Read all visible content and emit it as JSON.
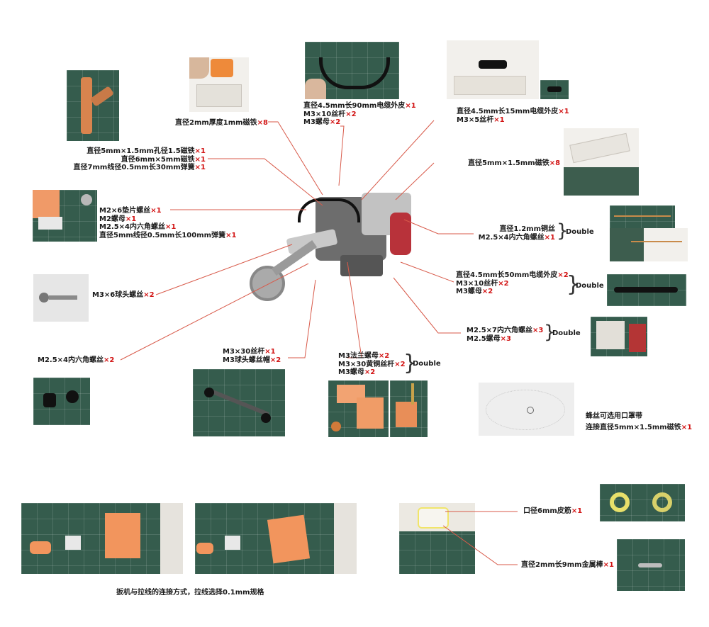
{
  "colors": {
    "accent": "#d21414",
    "callout_line": "#d85a4a",
    "mat": "#355c4d"
  },
  "labels": {
    "magnet_2x1": {
      "text": "直径2mm厚度1mm磁铁",
      "qty": "×8"
    },
    "cable_90": {
      "lines": [
        {
          "text": "直径4.5mm长90mm电缆外皮",
          "qty": "×1"
        },
        {
          "text": "M3×10丝杆",
          "qty": "×2"
        },
        {
          "text": "M3螺母",
          "qty": "×2"
        }
      ]
    },
    "cable_15": {
      "lines": [
        {
          "text": "直径4.5mm长15mm电缆外皮",
          "qty": "×1"
        },
        {
          "text": "M3×5丝杆",
          "qty": "×1"
        }
      ]
    },
    "spring_set": {
      "lines": [
        {
          "text": "直径5mm×1.5mm孔径1.5磁铁",
          "qty": "×1"
        },
        {
          "text": "直径6mm×5mm磁铁",
          "qty": "×1"
        },
        {
          "text": "直径7mm线径0.5mm长30mm弹簧",
          "qty": "×1"
        }
      ]
    },
    "magnet_5x15": {
      "text": "直径5mm×1.5mm磁铁",
      "qty": "×8"
    },
    "m2_set": {
      "lines": [
        {
          "text": "M2×6垫片螺丝",
          "qty": "×1"
        },
        {
          "text": "M2螺母",
          "qty": "×1"
        },
        {
          "text": "M2.5×4内六角螺丝",
          "qty": "×1"
        },
        {
          "text": "直径5mm线径0.5mm长100mm弹簧",
          "qty": "×1"
        }
      ]
    },
    "copper_wire": {
      "lines": [
        {
          "text": "直径1.2mm铜丝",
          "qty": ""
        },
        {
          "text": "M2.5×4内六角螺丝",
          "qty": "×1"
        }
      ],
      "tag": "Double"
    },
    "ball_screw": {
      "text": "M3×6球头螺丝",
      "qty": "×2"
    },
    "cable_50": {
      "lines": [
        {
          "text": "直径4.5mm长50mm电缆外皮",
          "qty": "×2"
        },
        {
          "text": "M3×10丝杆",
          "qty": "×2"
        },
        {
          "text": "M3螺母",
          "qty": "×2"
        }
      ],
      "tag": "Double"
    },
    "m25x7": {
      "lines": [
        {
          "text": "M2.5×7内六角螺丝",
          "qty": "×3"
        },
        {
          "text": "M2.5螺母",
          "qty": "×3"
        }
      ],
      "tag": "Double"
    },
    "m25x4": {
      "text": "M2.5×4内六角螺丝",
      "qty": "×2"
    },
    "m3x30": {
      "lines": [
        {
          "text": "M3×30丝杆",
          "qty": "×1"
        },
        {
          "text": "M3球头螺丝帽",
          "qty": "×2"
        }
      ]
    },
    "flange": {
      "lines": [
        {
          "text": "M3法兰螺母",
          "qty": "×2"
        },
        {
          "text": "M3×30黄铜丝杆",
          "qty": "×2"
        },
        {
          "text": "M3螺母",
          "qty": "×2"
        }
      ],
      "tag": "Double"
    },
    "string": {
      "lines": [
        {
          "text": "蜂丝可选用口罩带",
          "qty": ""
        },
        {
          "text": "连接直径5mm×1.5mm磁铁",
          "qty": "×1"
        }
      ]
    },
    "rubber": {
      "text": "口径6mm皮筋",
      "qty": "×1"
    },
    "metal_rod": {
      "text": "直径2mm长9mm金属棒",
      "qty": "×1"
    },
    "trigger_caption": {
      "text": "扳机与拉线的连接方式，拉线选择0.1mm规格"
    }
  }
}
